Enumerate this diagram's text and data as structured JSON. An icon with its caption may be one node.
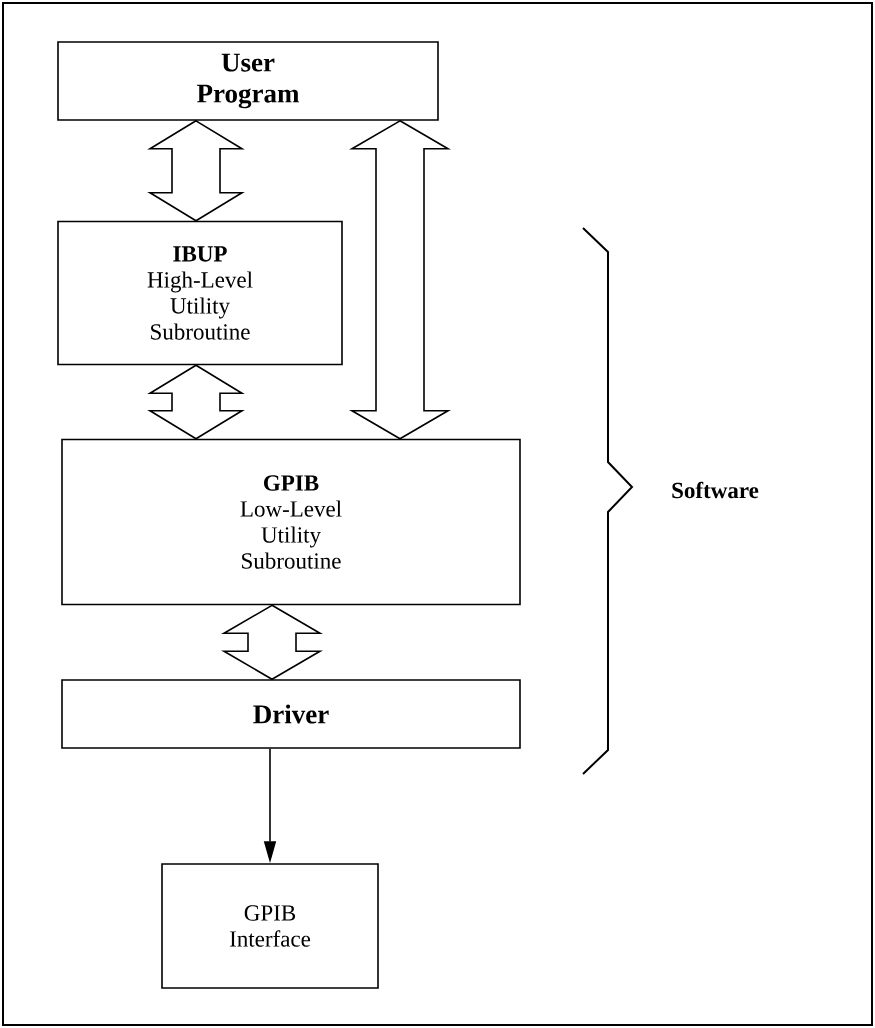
{
  "diagram": {
    "nodes": [
      {
        "text": [
          "User Program"
        ]
      },
      {
        "text": [
          "IBUP",
          "High-Level Utility Subroutine"
        ]
      },
      {
        "text": [
          "GPIB",
          "Low-Level Utility Subroutine"
        ]
      },
      {
        "text": [
          "Driver"
        ]
      },
      {
        "text": [
          "GPIB Interface"
        ]
      }
    ],
    "edges": [
      {
        "from": 0,
        "to": 1,
        "arrow": "both",
        "style": "thick"
      },
      {
        "from": 1,
        "to": 2,
        "arrow": "both",
        "style": "thick"
      },
      {
        "from": 0,
        "to": 2,
        "arrow": "both",
        "style": "thick"
      },
      {
        "from": 2,
        "to": 3,
        "arrow": "both",
        "style": "thick"
      },
      {
        "from": 3,
        "to": 4,
        "arrow": "to"
      }
    ],
    "labels": [
      "Software"
    ]
  }
}
